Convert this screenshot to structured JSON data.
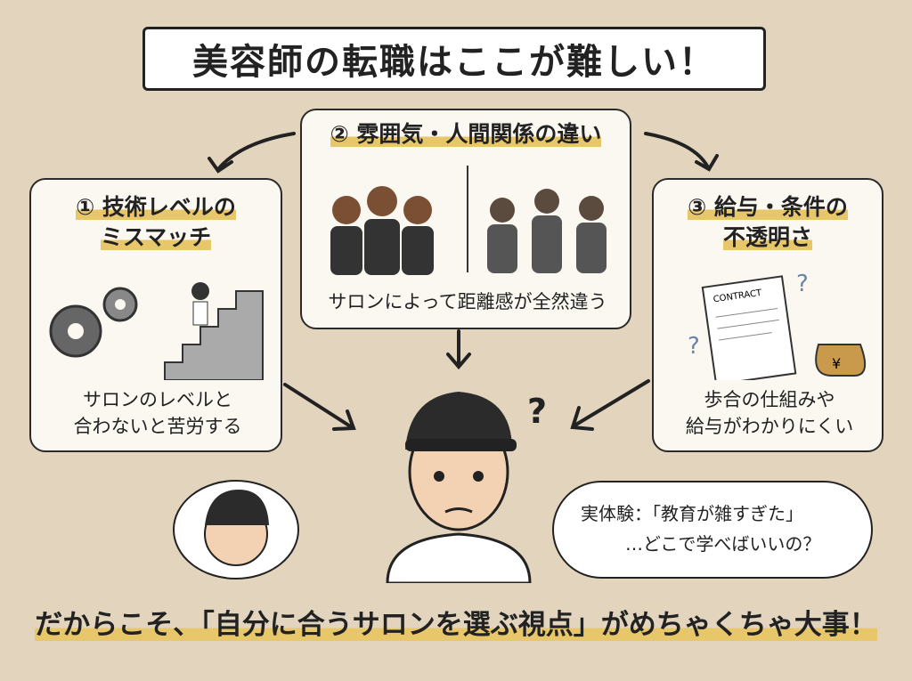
{
  "title": "美容師の転職はここが難しい！",
  "center": {
    "heading": "② 雰囲気・人間関係の違い",
    "caption": "サロンによって距離感が全然違う"
  },
  "left": {
    "heading_line1": "① 技術レベルの",
    "heading_line2": "ミスマッチ",
    "caption_line1": "サロンのレベルと",
    "caption_line2": "合わないと苦労する"
  },
  "right": {
    "heading_line1": "③ 給与・条件の",
    "heading_line2": "不透明さ",
    "caption_line1": "歩合の仕組みや",
    "caption_line2": "給与がわかりにくい",
    "contract_label": "CONTRACT",
    "yen": "¥"
  },
  "bubble": {
    "line1": "実体験：「教育が雑すぎた」",
    "line2": "…どこで学べばいいの？"
  },
  "question_mark": "?",
  "footer": "だからこそ、「自分に合うサロンを選ぶ視点」がめちゃくちゃ大事！",
  "colors": {
    "background": "#e2d4bd",
    "highlight": "#e8c66a",
    "card": "#fbf8f1"
  }
}
